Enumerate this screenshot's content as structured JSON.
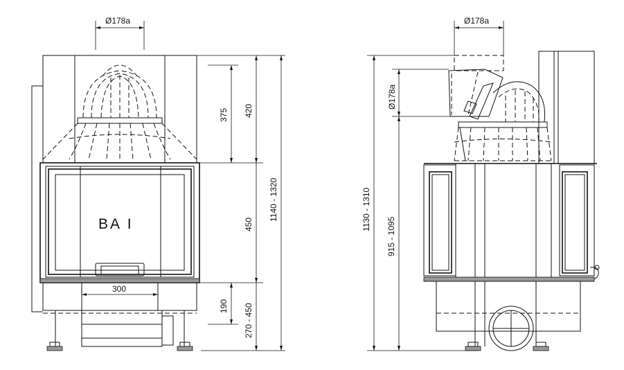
{
  "front_view": {
    "flue_diameter": "Ø178a",
    "model_label": "BA I",
    "dim_hood_inner": "375",
    "dim_hood": "420",
    "dim_door": "450",
    "dim_base": "190",
    "dim_base_range": "270 - 450",
    "dim_total_range": "1140 - 1320",
    "dim_width": "300"
  },
  "side_view": {
    "flue_diameter_top": "Ø178a",
    "flue_diameter_side": "Ø178a",
    "dim_total_range": "1130 - 1310",
    "dim_mid_range": "915 - 1095"
  }
}
